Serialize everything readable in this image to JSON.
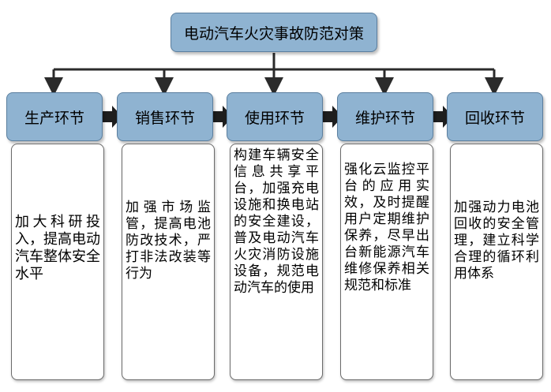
{
  "title": "电动汽车火灾事故防范对策",
  "stages": [
    {
      "label": "生产环节",
      "detail": "加大科研投入，提高电动汽车整体安全水平"
    },
    {
      "label": "销售环节",
      "detail": "加强市场监管，提高电池防改技术，严打非法改装等行为"
    },
    {
      "label": "使用环节",
      "detail": "构建车辆安全信息共享平台，加强充电设施和换电站的安全建设，普及电动汽车火灾消防设施设备，规范电动汽车的使用"
    },
    {
      "label": "维护环节",
      "detail": "强化云监控平台的应用实效，及时提醒用户定期维护保养，尽早出台新能源汽车维修保养相关规范和标准"
    },
    {
      "label": "回收环节",
      "detail": "加强动力电池回收的安全管理，建立科学合理的循环利用体系"
    }
  ],
  "colors": {
    "box_fill": "#8fb3d1",
    "box_border": "#5b7f9f",
    "arrow": "#2b2b2b"
  }
}
